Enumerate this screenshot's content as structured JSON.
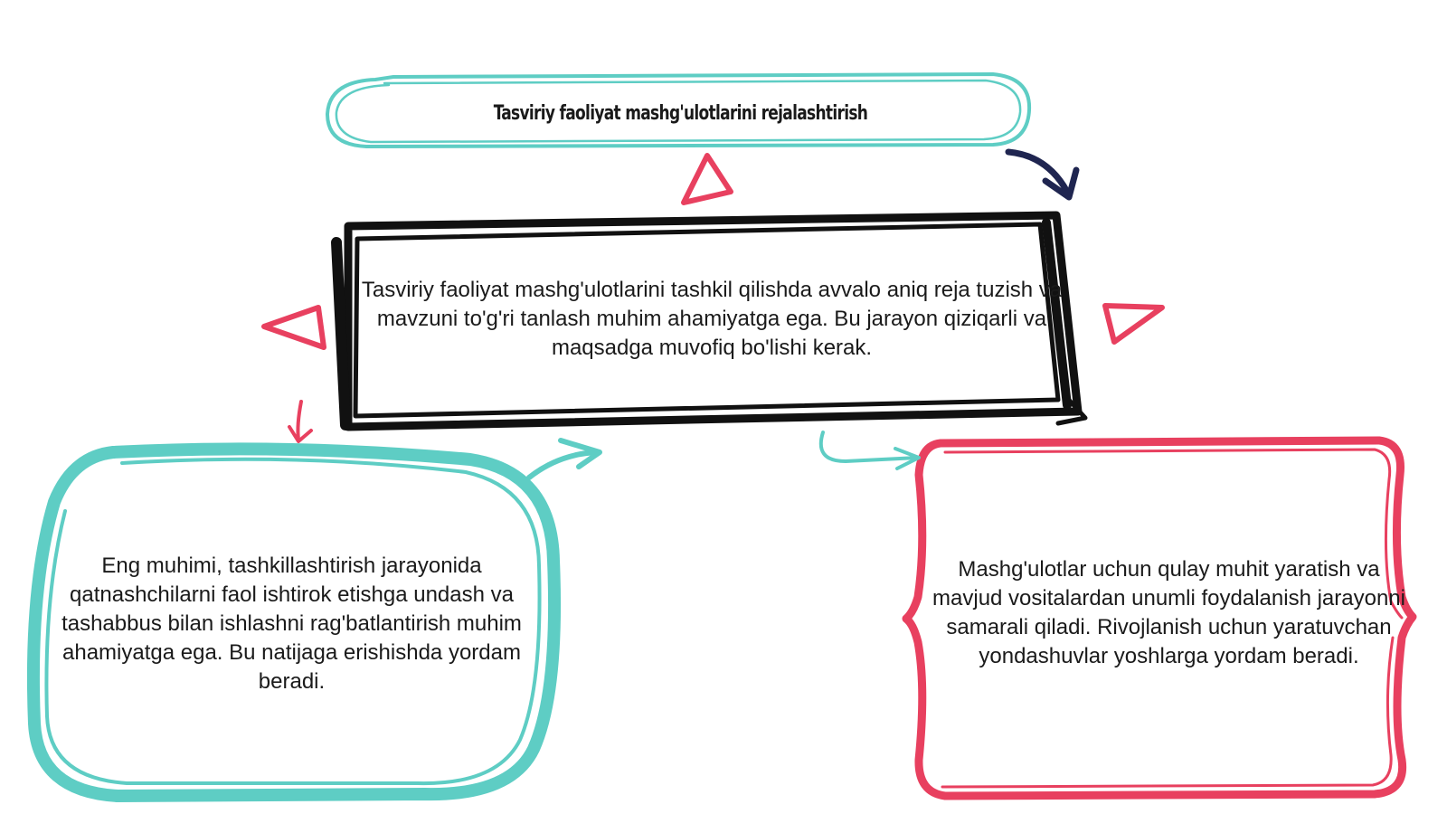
{
  "diagram": {
    "title": "Tasviriy faoliyat mashg'ulotlarini rejalashtirish",
    "center_text": "Tasviriy faoliyat mashg'ulotlarini tashkil qilishda avvalo aniq reja tuzish va mavzuni to'g'ri tanlash muhim ahamiyatga ega. Bu jarayon qiziqarli va maqsadga muvofiq bo'lishi kerak.",
    "left_text": "Eng muhimi, tashkillashtirish jarayonida qatnashchilarni faol ishtirok etishga undash va tashabbus bilan ishlashni rag'batlantirish muhim ahamiyatga ega. Bu natijaga erishishda yordam beradi.",
    "right_text": "Mashg'ulotlar uchun qulay muhit yaratish va mavjud vositalardan unumli foydalanish jarayonni samarali qiladi. Rivojlanish uchun yaratuvchan yondashuvlar yoshlarga yordam beradi."
  },
  "colors": {
    "teal": "#5ecdc4",
    "black": "#111111",
    "red": "#e8405f",
    "navy": "#1f2550"
  }
}
